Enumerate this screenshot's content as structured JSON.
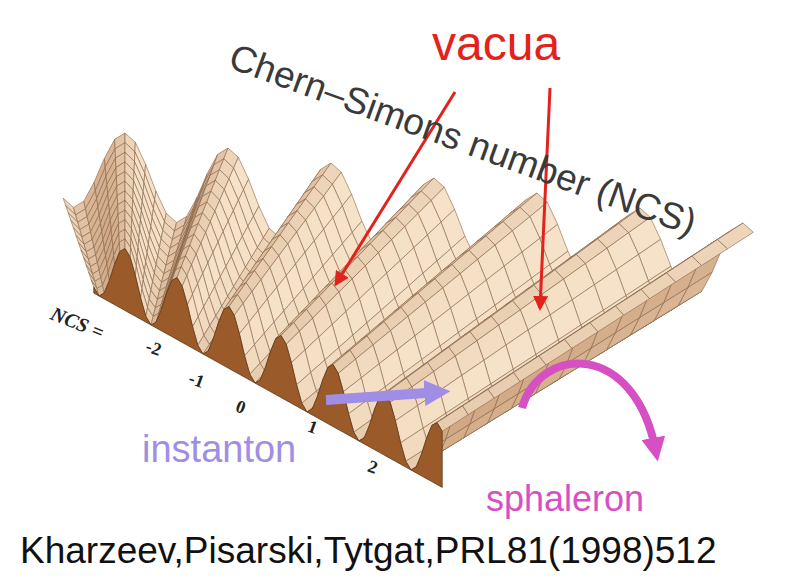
{
  "diagram": {
    "caption": "Kharzeev,Pisarski,Tytgat,PRL81(1998)512",
    "labels": [
      "vacua",
      "Chern–Simons number (NCS)",
      "NCS =",
      "-2",
      "-1",
      "0",
      "1",
      "2",
      "instanton",
      "sphaleron"
    ]
  }
}
